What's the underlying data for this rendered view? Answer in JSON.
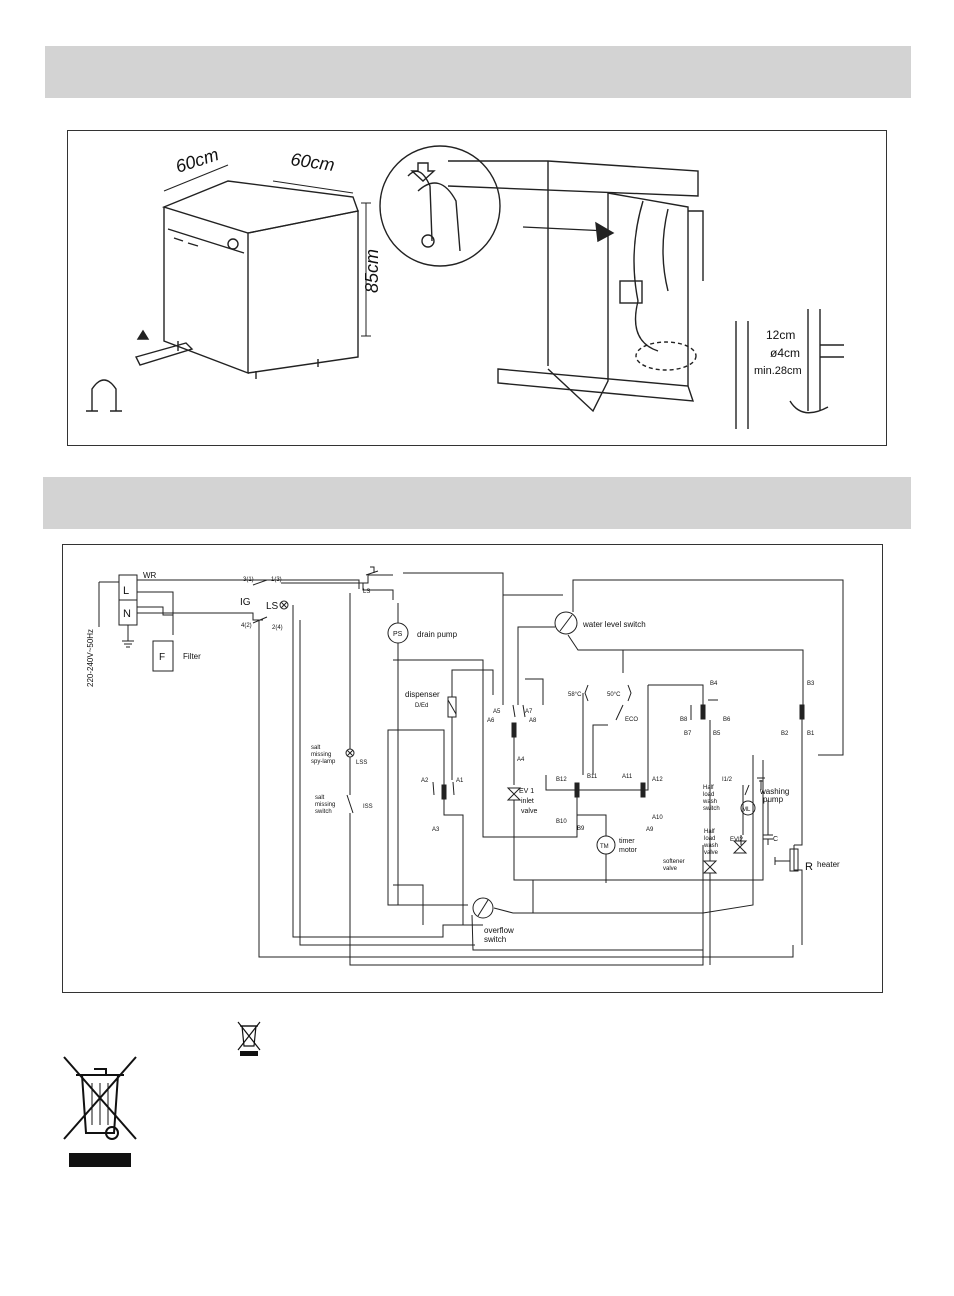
{
  "installation": {
    "dim_depth": "60cm",
    "dim_width": "60cm",
    "dim_height": "85cm",
    "dim_12cm": "12cm",
    "dim_4cm": "ø4cm",
    "dim_min28cm": "min.28cm"
  },
  "wiring": {
    "supply": "220-240V~50Hz",
    "L": "L",
    "N": "N",
    "F": "F",
    "filter": "Filter",
    "WR": "WR",
    "IG": "IG",
    "LS_main": "LS",
    "t31": "3(1)",
    "t13": "1(3)",
    "t42": "4(2)",
    "t24": "2(4)",
    "LS_top": "LS",
    "PS": "PS",
    "drain_pump": "drain pump",
    "water_level_switch": "water level switch",
    "dispenser": "dispenser",
    "dispenser_sub": "D/Ed",
    "A5": "A5",
    "A6": "A6",
    "A7": "A7",
    "A8": "A8",
    "A4": "A4",
    "EV1": "EV 1",
    "inlet": "inlet",
    "valve": "valve",
    "t58": "58°C",
    "t50": "50°C",
    "ECO": "ECO",
    "B4": "B4",
    "B3": "B3",
    "B8": "B8",
    "B6": "B6",
    "B7": "B7",
    "B5": "B5",
    "B2": "B2",
    "B1": "B1",
    "salt_lamp_1": "salt",
    "salt_lamp_2": "missing",
    "salt_lamp_3": "spy-lamp",
    "LSS": "LSS",
    "salt_sw_1": "salt",
    "salt_sw_2": "missing",
    "salt_sw_3": "switch",
    "ISS": "ISS",
    "A2": "A2",
    "A1": "A1",
    "A3": "A3",
    "B12": "B12",
    "B11": "B11",
    "A11": "A11",
    "A12": "A12",
    "B10": "B10",
    "B9": "B9",
    "A10": "A10",
    "A9": "A9",
    "TM": "TM",
    "timer": "timer",
    "motor": "motor",
    "I12": "I1/2",
    "half_sw_1": "Half",
    "half_sw_2": "load",
    "half_sw_3": "wash",
    "half_sw_4": "switch",
    "washing": "washing",
    "pump": "pump",
    "ML": "ML",
    "C": "C",
    "half_v_1": "Half",
    "half_v_2": "load",
    "half_v_3": "wash",
    "half_v_4": "valve",
    "EVI2": "EVI2",
    "softener_1": "softener",
    "softener_2": "valve",
    "R": "R",
    "heater": "heater",
    "overflow_1": "overflow",
    "overflow_2": "switch"
  },
  "colors": {
    "band": "#d3d3d3",
    "line": "#222222"
  }
}
